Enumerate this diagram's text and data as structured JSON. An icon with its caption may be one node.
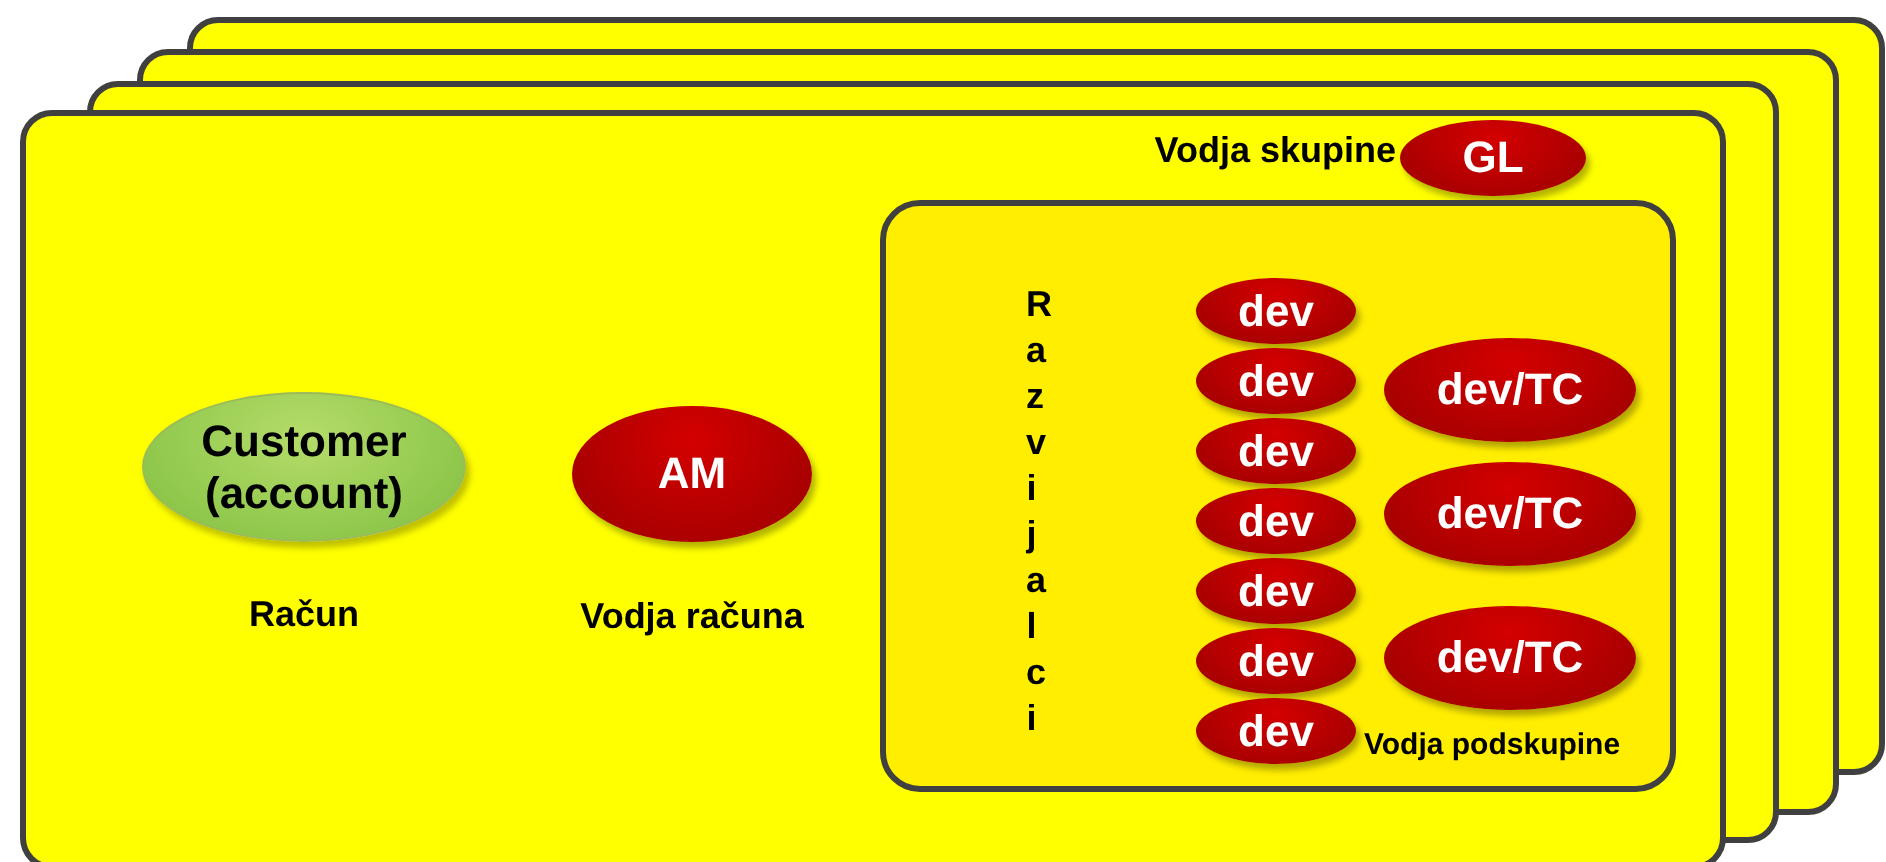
{
  "diagram": {
    "nodes": [
      {
        "text": [],
        "shape": "box"
      },
      {
        "text": [
          "Customer (account)"
        ],
        "beside": [
          "Račun"
        ],
        "in": 0
      },
      {
        "text": [
          "AM"
        ],
        "beside": [
          "Vodja računa"
        ],
        "in": 0
      },
      {
        "text": [
          "GL"
        ],
        "beside": [
          "Vodja skupine"
        ],
        "in": 0
      },
      {
        "text": [
          "Razvijalci"
        ],
        "in": 0
      },
      {
        "text": [
          "dev"
        ],
        "in": 4
      },
      {
        "text": [
          "dev"
        ],
        "in": 4
      },
      {
        "text": [
          "dev"
        ],
        "in": 4
      },
      {
        "text": [
          "dev"
        ],
        "in": 4
      },
      {
        "text": [
          "dev"
        ],
        "in": 4
      },
      {
        "text": [
          "dev"
        ],
        "in": 4
      },
      {
        "text": [
          "dev"
        ],
        "in": 4
      },
      {
        "text": [
          "dev/TC"
        ],
        "in": 4
      },
      {
        "text": [
          "dev/TC"
        ],
        "in": 4
      },
      {
        "text": [
          "dev/TC"
        ],
        "in": 4
      }
    ],
    "labels": [
      "Vodja podskupine"
    ]
  }
}
